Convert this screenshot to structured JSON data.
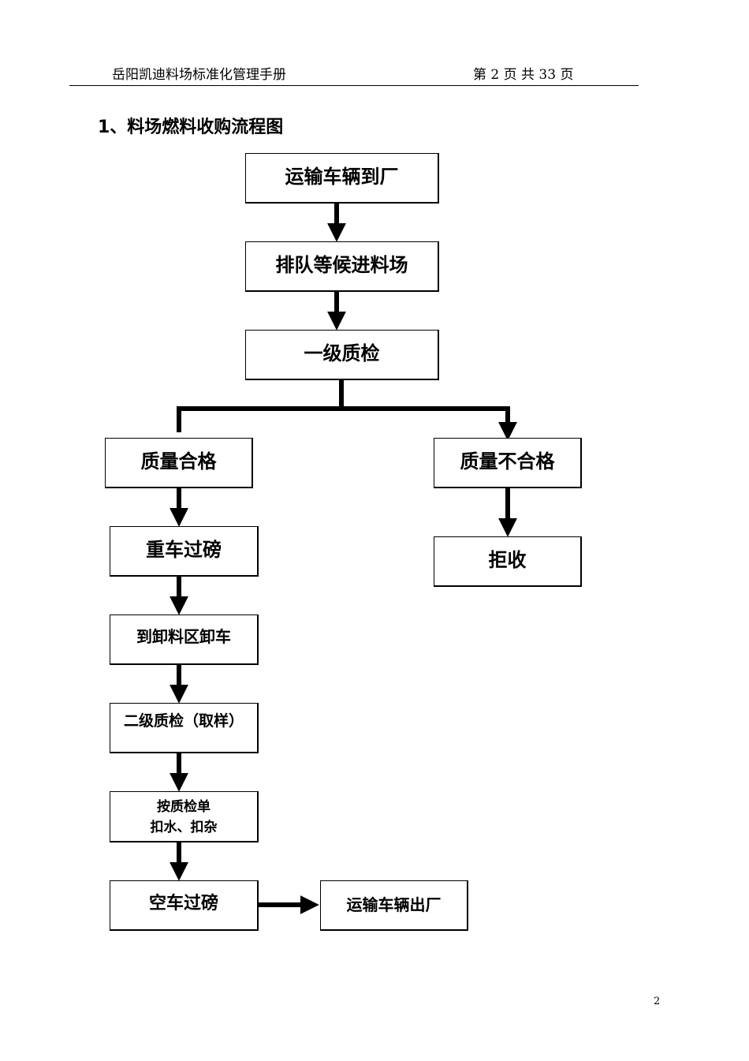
{
  "header": {
    "left": "岳阳凯迪料场标准化管理手册",
    "right": "第 2 页  共 33 页"
  },
  "section_title": "1、料场燃料收购流程图",
  "nodes": {
    "arrival": "运输车辆到厂",
    "queue": "排队等候进料场",
    "qc1": "一级质检",
    "qualified": "质量合格",
    "unqualified": "质量不合格",
    "reject": "拒收",
    "weigh_full": "重车过磅",
    "unload": "到卸料区卸车",
    "qc2": "二级质检（取样）",
    "deduct_line1": "按质检单",
    "deduct_line2": "扣水、扣杂",
    "weigh_empty": "空车过磅",
    "exit": "运输车辆出厂"
  },
  "page_number": "2"
}
